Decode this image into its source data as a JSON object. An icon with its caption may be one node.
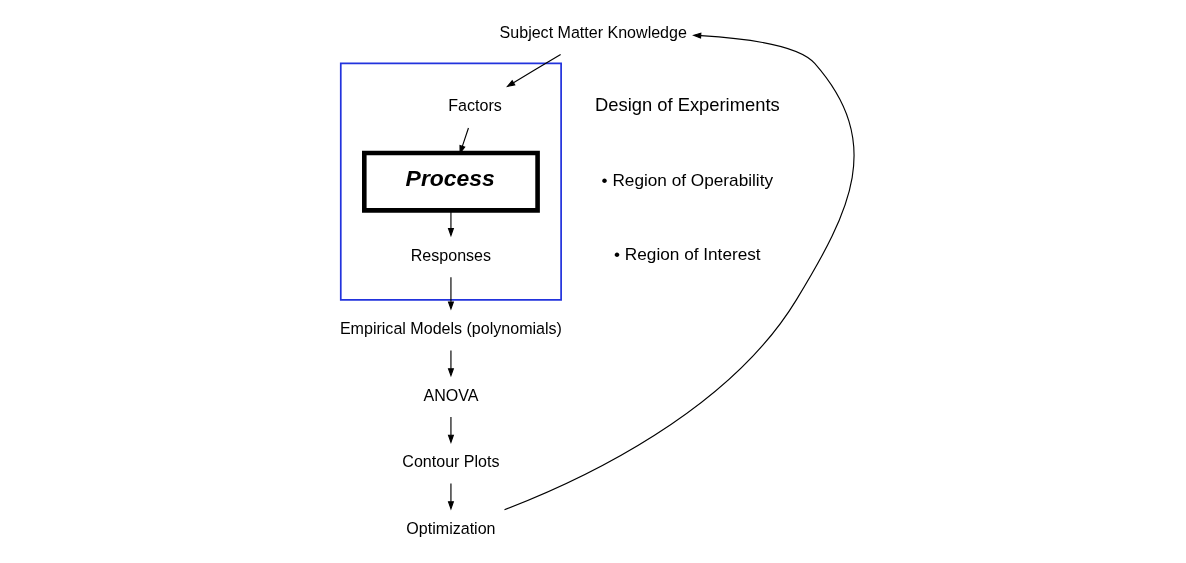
{
  "diagram": {
    "nodes": [
      {
        "text": [
          "Subject Matter Knowledge"
        ]
      },
      {
        "text": [],
        "shape": "box"
      },
      {
        "text": [
          "Factors"
        ],
        "in": 1
      },
      {
        "text": [
          "Process"
        ],
        "in": 1
      },
      {
        "text": [
          "Responses"
        ],
        "in": 1
      },
      {
        "text": [
          "Empirical Models (polynomials)"
        ]
      },
      {
        "text": [
          "ANOVA"
        ]
      },
      {
        "text": [
          "Contour Plots"
        ]
      },
      {
        "text": [
          "Optimization"
        ]
      }
    ],
    "edges": [
      {
        "from": 0,
        "to": 2,
        "arrow": "to"
      },
      {
        "from": 2,
        "to": 3,
        "arrow": "to"
      },
      {
        "from": 3,
        "to": 4,
        "arrow": "to"
      },
      {
        "from": 4,
        "to": 5,
        "arrow": "to"
      },
      {
        "from": 5,
        "to": 6,
        "arrow": "to"
      },
      {
        "from": 6,
        "to": 7,
        "arrow": "to"
      },
      {
        "from": 7,
        "to": 8,
        "arrow": "to"
      },
      {
        "from": 8,
        "to": 0,
        "arrow": "to"
      }
    ],
    "labels": [
      "Design of Experiments",
      "• Region of Operability",
      "• Region of Interest"
    ]
  }
}
